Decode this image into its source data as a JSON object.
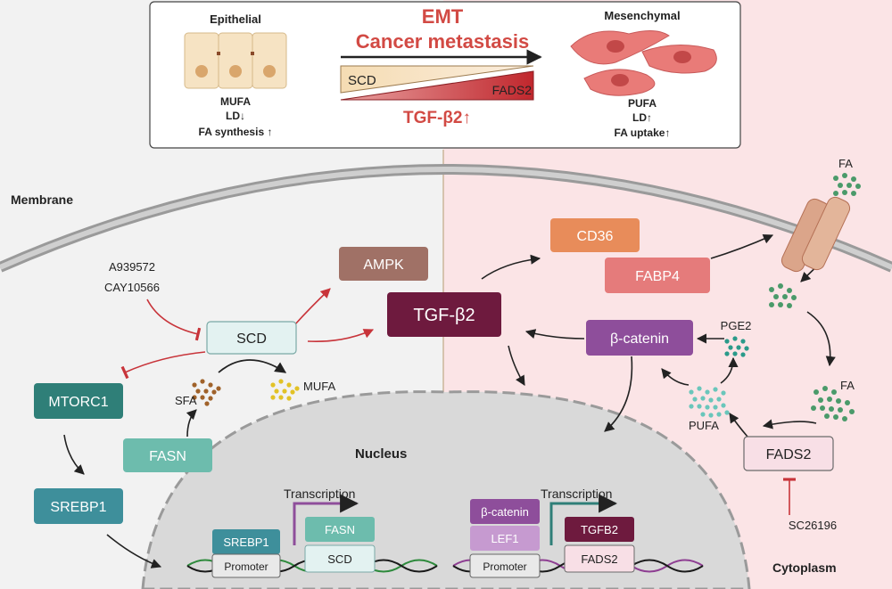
{
  "header": {
    "epithelial_title": "Epithelial",
    "epithelial_lines": [
      "MUFA",
      "LD↓",
      "FA synthesis ↑"
    ],
    "emt_title": "EMT",
    "emt_subtitle": "Cancer metastasis",
    "scd_label": "SCD",
    "fads2_label": "FADS2",
    "tgf_label": "TGF-β2↑",
    "mesenchymal_title": "Mesenchymal",
    "mesenchymal_lines": [
      "PUFA",
      "LD↑",
      "FA uptake↑"
    ]
  },
  "labels": {
    "membrane": "Membrane",
    "nucleus": "Nucleus",
    "cytoplasm": "Cytoplasm",
    "transcription_left": "Transcription",
    "transcription_right": "Transcription",
    "inhibitor_scd_1": "A939572",
    "inhibitor_scd_2": "CAY10566",
    "inhibitor_fads2": "SC26196",
    "sfa": "SFA",
    "mufa": "MUFA",
    "pge2": "PGE2",
    "pufa": "PUFA",
    "fa_top": "FA",
    "fa_right": "FA"
  },
  "nodes": {
    "ampk": "AMPK",
    "scd": "SCD",
    "tgf": "TGF-β2",
    "mtorc1": "MTORC1",
    "srebp1": "SREBP1",
    "fasn": "FASN",
    "cd36": "CD36",
    "fabp4": "FABP4",
    "bcatenin": "β-catenin",
    "fads2": "FADS2"
  },
  "genes_left": {
    "srebp1": "SREBP1",
    "promoter": "Promoter",
    "fasn": "FASN",
    "scd": "SCD"
  },
  "genes_right": {
    "bcatenin": "β-catenin",
    "lef1": "LEF1",
    "promoter": "Promoter",
    "tgfb2": "TGFB2",
    "fads2": "FADS2"
  },
  "colors": {
    "right_bg": "#fbe4e6",
    "red_arrow": "#c8343a",
    "ampk": "#a07166",
    "tgf": "#6e1a3e",
    "teal_dark": "#3b8a80",
    "teal_mid": "#4a9aa8",
    "teal_light": "#74c1b2",
    "orange": "#e88c5a",
    "salmon": "#e57b7b",
    "purple": "#8e4e9b",
    "fads2_box": "#f8dfe6"
  }
}
